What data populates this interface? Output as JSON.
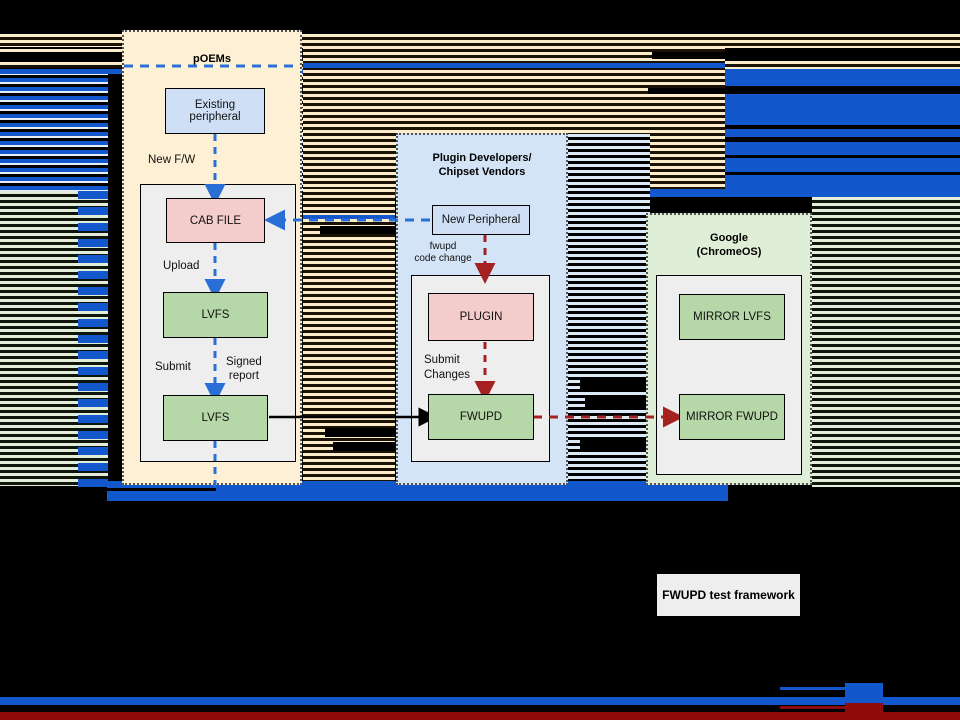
{
  "diagram": {
    "title": "FWUPD test framework",
    "background": "#000000",
    "zones": [
      {
        "id": "poems",
        "label": "pOEMs",
        "fill": "#fdf0d5",
        "border": "#555555"
      },
      {
        "id": "plugin",
        "label": "Plugin Developers/\nChipset Vendors",
        "fill": "#d4e4f7",
        "border": "#555555"
      },
      {
        "id": "google",
        "label": "Google\n(ChromeOS)",
        "fill": "#dfeed6",
        "border": "#555555"
      }
    ],
    "zone_titles": {
      "poems": "pOEMs",
      "plugin_line1": "Plugin Developers/",
      "plugin_line2": "Chipset Vendors",
      "google_line1": "Google",
      "google_line2": "(ChromeOS)"
    },
    "nodes": [
      {
        "id": "existing-peripheral",
        "label": "Existing\nperipheral",
        "line1": "Existing",
        "line2": "peripheral",
        "color": "#cfe0f6",
        "zone": "poems"
      },
      {
        "id": "cab-file",
        "label": "CAB FILE",
        "color": "#f4cccc",
        "zone": "poems"
      },
      {
        "id": "lvfs-upload",
        "label": "LVFS",
        "color": "#b6d7a8",
        "zone": "poems"
      },
      {
        "id": "lvfs-submit",
        "label": "LVFS",
        "color": "#b6d7a8",
        "zone": "poems"
      },
      {
        "id": "new-peripheral",
        "label": "New Peripheral",
        "color": "#cfe0f6",
        "zone": "plugin"
      },
      {
        "id": "plugin",
        "label": "PLUGIN",
        "color": "#f4cccc",
        "zone": "plugin"
      },
      {
        "id": "fwupd",
        "label": "FWUPD",
        "color": "#b6d7a8",
        "zone": "plugin"
      },
      {
        "id": "mirror-lvfs",
        "label": "MIRROR LVFS",
        "color": "#b6d7a8",
        "zone": "google"
      },
      {
        "id": "mirror-fwupd",
        "label": "MIRROR FWUPD",
        "color": "#b6d7a8",
        "zone": "google"
      }
    ],
    "edge_labels": [
      {
        "id": "new-fw",
        "text": "New F/W"
      },
      {
        "id": "upload",
        "text": "Upload"
      },
      {
        "id": "submit",
        "text": "Submit"
      },
      {
        "id": "signed-report1",
        "text": "Signed"
      },
      {
        "id": "signed-report2",
        "text": "report"
      },
      {
        "id": "fwupd-code1",
        "text": "fwupd"
      },
      {
        "id": "fwupd-code2",
        "text": "code change"
      },
      {
        "id": "submit-changes1",
        "text": "Submit"
      },
      {
        "id": "submit-changes2",
        "text": "Changes"
      }
    ],
    "edge_colors": {
      "blue_dashed": "#2a6fd6",
      "red_dashed": "#a52121",
      "black_solid": "#000000"
    },
    "legend": {
      "framework_label": "FWUPD test framework"
    }
  }
}
